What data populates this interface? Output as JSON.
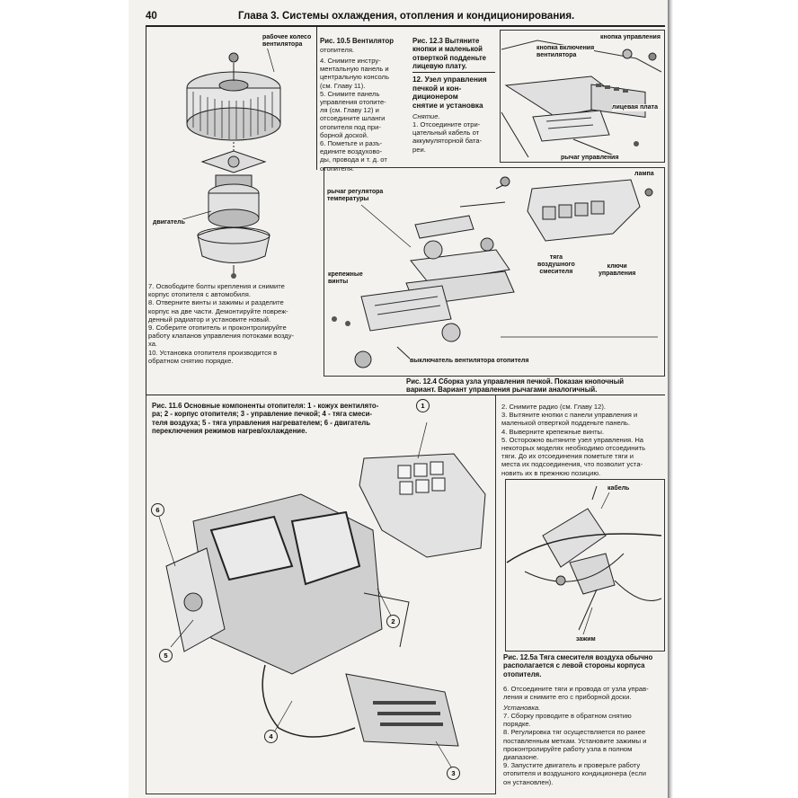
{
  "header": {
    "page_number": "40",
    "chapter_title": "Глава 3. Системы охлаждения, отопления и кондиционирования."
  },
  "fig_10_5": {
    "labels": {
      "impeller": "рабочее колесо\nвентилятора",
      "motor": "двигатель"
    },
    "caption_number": "Рис. 10.5 Вентилятор",
    "caption_text": "отопителя."
  },
  "steps_a": "4. Снимите инстру-\nментальную панель и\nцентральную консоль\n(см. Главу 11).\n5. Снимите панель\nуправления отопите-\nля (см. Главу 12) и\nотсоедините шланги\nотопителя под при-\nборной доской.\n6. Пометьте и разъ-\nедините воздухово-\nды, провода и т. д. от\nотопителя.",
  "steps_b": "7. Освободите болты крепления и снимите\nкорпус отопителя с автомобиля.\n8. Отверните винты и зажимы и разделите\nкорпус на две части. Демонтируйте повреж-\nденный радиатор и установите новый.\n9. Соберите отопитель и проконтролируйте\nработу клапанов управления потоками возду-\nха.\n10. Установка отопителя производится в\nобратном снятию порядке.",
  "fig_12_3": {
    "caption": "Рис. 12.3 Вытяните\nкнопки и маленькой\nотверткой подденьте\nлицевую плату.",
    "labels": {
      "control_knob": "кнопка управления",
      "fan_button": "кнопка включения\nвентилятора",
      "face_plate": "лицевая плата",
      "control_lever": "рычаг управления"
    }
  },
  "section_12": {
    "heading": "12. Узел управления\nпечкой и кон-\nдиционером\nснятие и установка",
    "removal_title": "Снятие.",
    "step_1": "1. Отсоедините отри-\nцательный кабель от\nаккумуляторной бата-\nреи."
  },
  "fig_12_4": {
    "labels": {
      "temp_lever": "рычаг регулятора\nтемпературы",
      "lamp": "лампа",
      "mount_screws": "крепежные\nвинты",
      "mixer_rod": "тяга\nвоздушного\nсмесителя",
      "control_keys": "ключи\nуправления",
      "fan_switch": "выключатель вентилятора отопителя"
    },
    "caption": "Рис. 12.4 Сборка узла управления печкой. Показан кнопочный\nвариант. Вариант управления рычагами аналогичный."
  },
  "fig_11_6": {
    "caption": "Рис. 11.6 Основные компоненты отопителя: 1 - кожух вентилято-\nра; 2 - корпус отопителя; 3 - управление печкой; 4 - тяга смеси-\nтеля воздуха; 5 - тяга управления нагревателем; 6 - двигатель\nпереключения режимов нагрев/охлаждение.",
    "callouts": [
      "1",
      "2",
      "3",
      "4",
      "5",
      "6"
    ]
  },
  "steps_c": "2. Снимите радио (см. Главу 12).\n3. Вытяните кнопки с панели управления и\nмаленькой отверткой подденьте панель.\n4. Выверните крепежные винты.\n5. Осторожно вытяните узел управления. На\nнекоторых моделях необходимо отсоединить\nтяги. До их отсоединения пометьте тяги и\nместа их подсоединения, что позволит уста-\nновить их в прежнюю позицию.",
  "fig_12_5a": {
    "labels": {
      "cable": "кабель",
      "clamp": "зажим"
    },
    "caption": "Рис. 12.5а Тяга смесителя воздуха обычно\nрасполагается с левой стороны корпуса\nотопителя."
  },
  "steps_d": "6. Отсоедините тяги и провода от узла управ-\nления и снимите его с приборной доски.",
  "install_title": "Установка.",
  "steps_e": "7. Сборку проводите в обратном снятию\nпорядке.\n8. Регулировка тяг осуществляется по ранее\nпоставленным меткам. Установите зажимы и\nпроконтролируйте работу узла в полном\nдиапазоне.\n9. Запустите двигатель и проверьте работу\nотопителя и воздушного кондиционера (если\nон установлен)."
}
